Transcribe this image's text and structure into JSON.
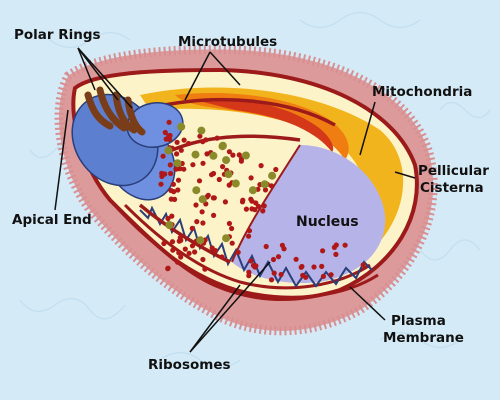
{
  "labels": {
    "polar_rings": "Polar Rings",
    "microtubules": "Microtubules",
    "mitochondria": "Mitochondria",
    "pellicular_cisterna_line1": "Pellicular",
    "pellicular_cisterna_line2": "Cisterna",
    "apical_end": "Apical End",
    "nucleus": "Nucleus",
    "plasma_membrane_line1": "Plasma",
    "plasma_membrane_line2": "Membrane",
    "ribosomes": "Ribosomes"
  },
  "colors": {
    "background": "#d4ebf7",
    "halo": "#dc9a9a",
    "outer_membrane": "#9c1a1a",
    "cytoplasm": "#fcf4c8",
    "nucleus": "#b6b3e8",
    "mitochondria": "#f2b41c",
    "inner_band": "#f07d12",
    "polar_ring": "#7a3d1a",
    "apical_lobes": "#5d7fd0",
    "ribosome": "#b01818",
    "granule": "#8a8a2a",
    "label_text": "#111111"
  }
}
